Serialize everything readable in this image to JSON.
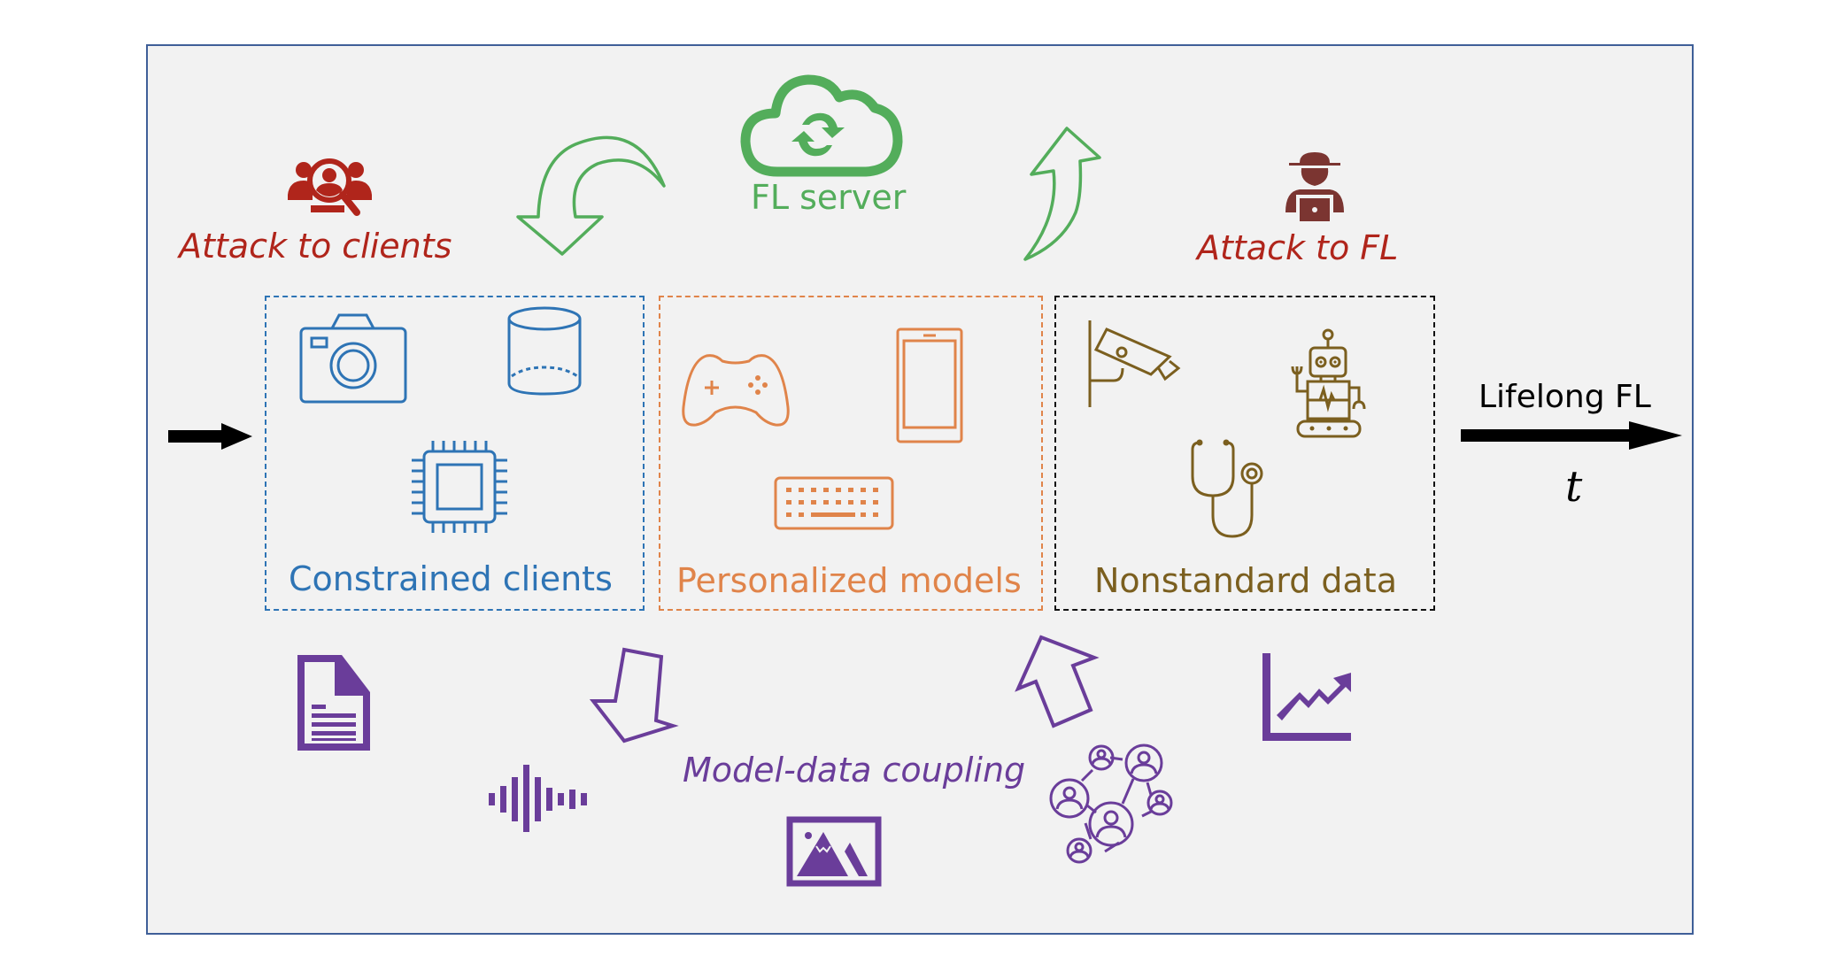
{
  "colors": {
    "frame_border": "#3f5f98",
    "background": "#f2f2f2",
    "attack": "#b0251b",
    "attacker_icon": "#7b3531",
    "server": "#53ad5b",
    "constrained": "#2e74b5",
    "personalized": "#e0844a",
    "nonstandard": "#7b5f1f",
    "nonstandard_border": "#111111",
    "coupling": "#6a3d9a",
    "timeline": "#000000"
  },
  "server": {
    "label": "FL server",
    "icon": "cloud-sync-icon"
  },
  "attacks": {
    "clients": {
      "label": "Attack to clients",
      "icon": "user-search-icon"
    },
    "fl": {
      "label": "Attack to FL",
      "icon": "hacker-laptop-icon"
    }
  },
  "groups": [
    {
      "label": "Constrained clients",
      "icons": [
        "camera-icon",
        "cylinder-storage-icon",
        "cpu-chip-icon"
      ]
    },
    {
      "label": "Personalized models",
      "icons": [
        "gamepad-icon",
        "smartphone-icon",
        "keyboard-icon"
      ]
    },
    {
      "label": "Nonstandard data",
      "icons": [
        "security-camera-icon",
        "robot-icon",
        "stethoscope-icon"
      ]
    }
  ],
  "coupling": {
    "label": "Model-data coupling",
    "icons": [
      "document-icon",
      "audio-wave-icon",
      "image-icon",
      "social-network-icon",
      "trend-chart-icon"
    ]
  },
  "timeline": {
    "label": "Lifelong FL",
    "variable": "t"
  }
}
